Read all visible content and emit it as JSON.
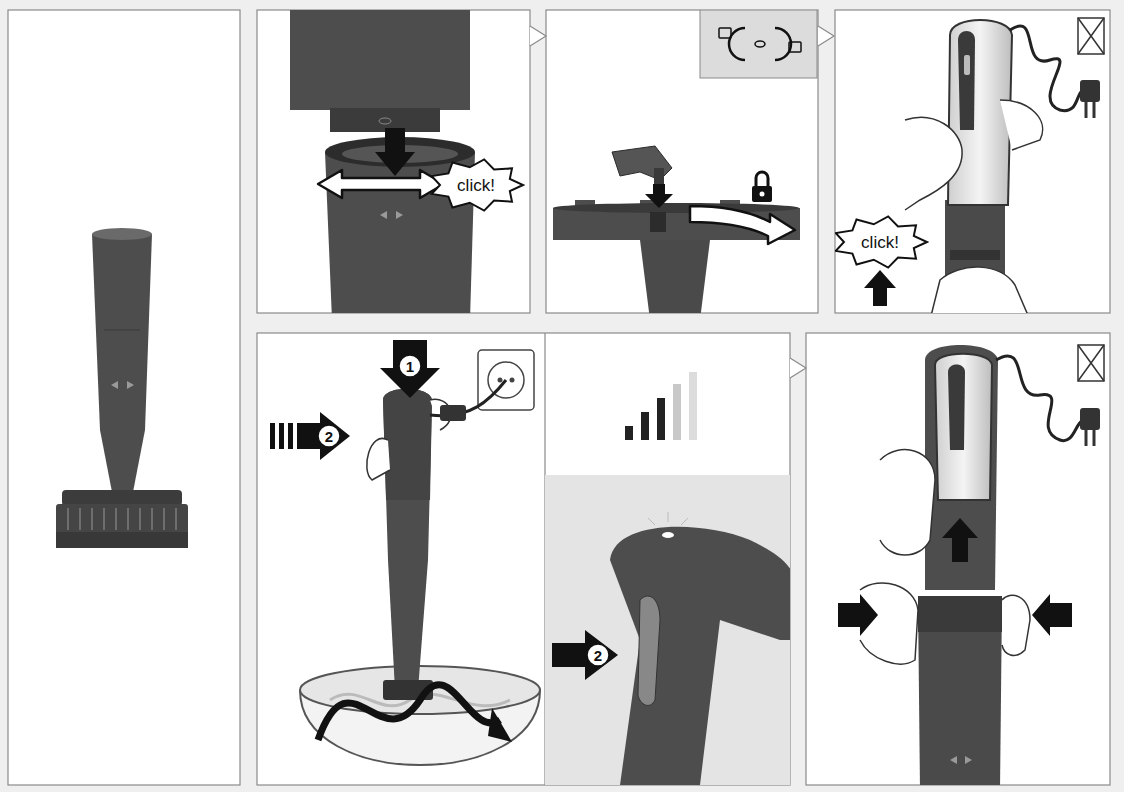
{
  "diagram": {
    "labels": [
      "click!",
      "click!",
      "1",
      "2",
      "2"
    ]
  }
}
